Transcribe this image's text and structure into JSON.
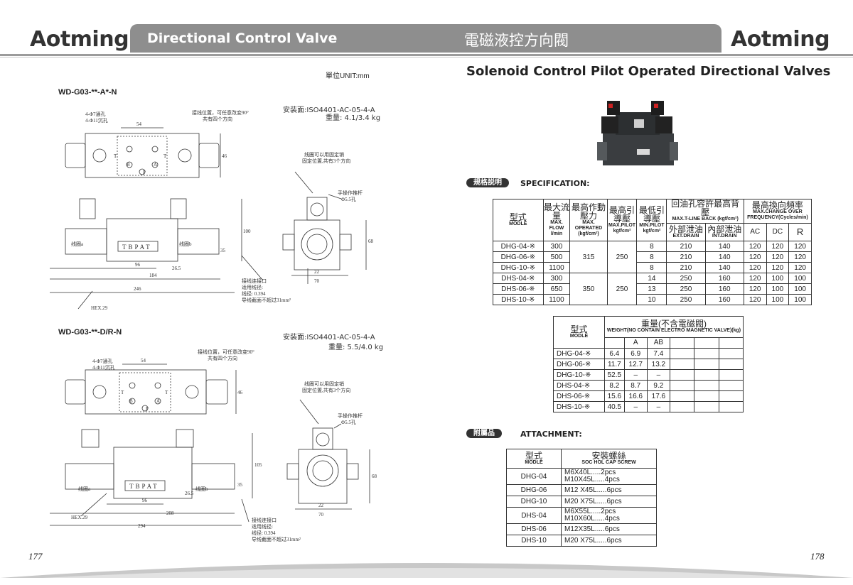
{
  "header": {
    "logo_left": "Aotming",
    "logo_right": "Aotming",
    "banner_en": "Directional Control Valve",
    "banner_cn": "電磁液控方向閥"
  },
  "left": {
    "unit": "單位UNIT:mm",
    "models": [
      {
        "title": "WD-G03-**-A*-N",
        "mount": "安装面:ISO4401-AC-05-4-A",
        "weight": "重量: 4.1/3.4 kg"
      },
      {
        "title": "WD-G03-**-D/R-N",
        "mount": "安装面:ISO4401-AC-05-4-A",
        "weight": "重量: 5.5/4.0 kg"
      }
    ],
    "notes": {
      "holes1": "4-Φ7通孔",
      "holes2": "4-Φ11沉孔",
      "wire_change": "接线位置，可任意改变90°",
      "wire_change2": "共有四个方向",
      "coil_fix": "线圈可以用固定销",
      "coil_fix2": "固定位置,共有3个方向",
      "manual": "手操作推杆",
      "manual2": "Φ5.5孔",
      "wire_port": "接线连接口",
      "wire_fit": "适用线径:",
      "wire_dia": "线径: 0.394",
      "wire_area": "导线截面不超过31mm²",
      "coil_a": "线圈a",
      "coil_b": "线圈b",
      "brand": "TBPAT",
      "hex": "HEX.29"
    },
    "dims1": {
      "d54": "54",
      "d46": "46",
      "d100": "100",
      "d35": "35",
      "d26": "26.5",
      "d96": "96",
      "d184": "184",
      "d246": "246",
      "d22": "22",
      "d70": "70",
      "d68": "68"
    },
    "dims2": {
      "d54": "54",
      "d46": "46",
      "d105": "105",
      "d35": "35",
      "d26": "26.5",
      "d96": "96",
      "d208": "208",
      "d294": "294",
      "d22": "22",
      "d70": "70",
      "d68": "68"
    },
    "ports": {
      "t": "T",
      "a": "A",
      "b": "B",
      "p": "P"
    },
    "page": "177"
  },
  "right": {
    "title": "Solenoid Control Pilot Operated Directional Valves",
    "spec_tag": "規格説明",
    "spec_en": "SPECIFICATION:",
    "spec_headers": {
      "model_cn": "型式",
      "model_en": "MODLE",
      "flow_cn": "最大流量",
      "flow_en": "MAX. FLOW l/min",
      "op_cn": "最高作動壓力",
      "op_en": "MAX. OPERATED (kgf/cm²)",
      "pilot_cn": "最高引導壓",
      "pilot_en": "MAX.PILOT kgf/cm²",
      "minpilot_cn": "最低引導壓",
      "minpilot_en": "MIN.PILOT kgf/cm²",
      "back_cn": "回油孔容許最高背壓",
      "back_en": "MAX.T-LINE BACK (kgf/cm²)",
      "ext_cn": "外部泄油",
      "ext_en": "EXT.DRAIN",
      "int_cn": "內部泄油",
      "int_en": "INT.DRAIN",
      "freq_cn": "最高換向頻率",
      "freq_en": "MAX.CHANGE OVER FREQUENCY(Cycles/min)",
      "ac": "AC",
      "dc": "DC",
      "r": "R"
    },
    "spec_rows": [
      {
        "model": "DHG-04-※",
        "flow": "300",
        "min": "8",
        "ext": "210",
        "int": "140",
        "ac": "120",
        "dc": "120",
        "r": "120"
      },
      {
        "model": "DHG-06-※",
        "flow": "500",
        "min": "8",
        "ext": "210",
        "int": "140",
        "ac": "120",
        "dc": "120",
        "r": "120"
      },
      {
        "model": "DHG-10-※",
        "flow": "1100",
        "min": "8",
        "ext": "210",
        "int": "140",
        "ac": "120",
        "dc": "120",
        "r": "120"
      },
      {
        "model": "DHS-04-※",
        "flow": "300",
        "min": "14",
        "ext": "250",
        "int": "160",
        "ac": "120",
        "dc": "100",
        "r": "100"
      },
      {
        "model": "DHS-06-※",
        "flow": "650",
        "min": "13",
        "ext": "250",
        "int": "160",
        "ac": "120",
        "dc": "100",
        "r": "100"
      },
      {
        "model": "DHS-10-※",
        "flow": "1100",
        "min": "10",
        "ext": "250",
        "int": "160",
        "ac": "120",
        "dc": "100",
        "r": "100"
      }
    ],
    "spec_merged": {
      "op_g": "315",
      "pilot_g": "250",
      "op_s": "350",
      "pilot_s": "250"
    },
    "weight_headers": {
      "model_cn": "型式",
      "model_en": "MODLE",
      "w_cn": "重量(不含電磁閥)",
      "w_en": "WEIGHT(NO CONTAIN ELECTRO MAGNETIC VALVE)(kg)",
      "a": "A",
      "ab": "AB"
    },
    "weight_rows": [
      {
        "model": "DHG-04-※",
        "v1": "6.4",
        "a": "6.9",
        "ab": "7.4"
      },
      {
        "model": "DHG-06-※",
        "v1": "11.7",
        "a": "12.7",
        "ab": "13.2"
      },
      {
        "model": "DHG-10-※",
        "v1": "52.5",
        "a": "–",
        "ab": "–"
      },
      {
        "model": "DHS-04-※",
        "v1": "8.2",
        "a": "8.7",
        "ab": "9.2"
      },
      {
        "model": "DHS-06-※",
        "v1": "15.6",
        "a": "16.6",
        "ab": "17.6"
      },
      {
        "model": "DHS-10-※",
        "v1": "40.5",
        "a": "–",
        "ab": "–"
      }
    ],
    "att_tag": "附屬品",
    "att_en": "ATTACHMENT:",
    "att_headers": {
      "model_cn": "型式",
      "model_en": "MODLE",
      "screw_cn": "安裝螺絲",
      "screw_en": "SOC HOL CAP SCREW"
    },
    "att_rows": [
      {
        "model": "DHG-04",
        "l1": "M6X40L.....2pcs",
        "l2": "M10X45L.....4pcs"
      },
      {
        "model": "DHG-06",
        "l1": "M12 X45L.....6pcs",
        "l2": ""
      },
      {
        "model": "DHG-10",
        "l1": "M20 X75L.....6pcs",
        "l2": ""
      },
      {
        "model": "DHS-04",
        "l1": "M6X55L.....2pcs",
        "l2": "M10X60L.....4pcs"
      },
      {
        "model": "DHS-06",
        "l1": "M12X35L.....6pcs",
        "l2": ""
      },
      {
        "model": "DHS-10",
        "l1": "M20 X75L.....6pcs",
        "l2": ""
      }
    ],
    "page": "178"
  }
}
